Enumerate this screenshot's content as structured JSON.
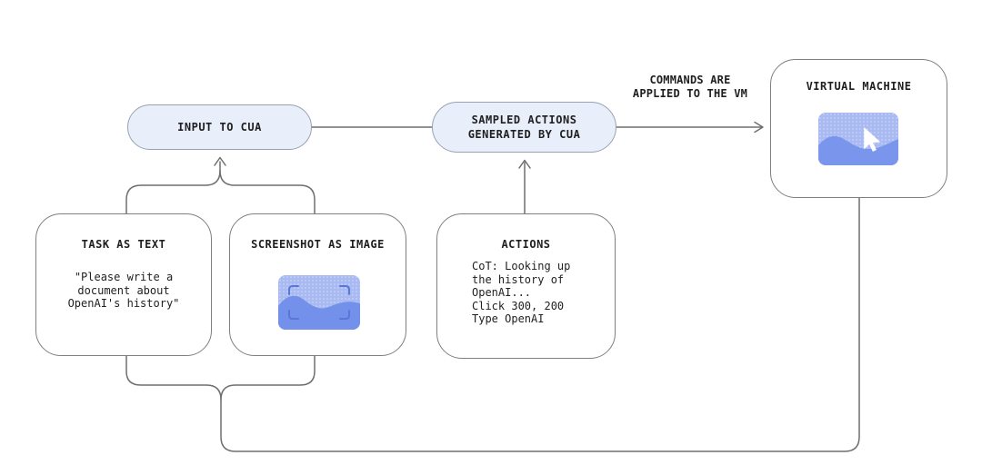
{
  "diagram_title": "CUA input-action-VM loop diagram",
  "colors": {
    "pill_fill": "#e9eefb",
    "pill_border": "#99a1b3",
    "box_border": "#7f7f7f",
    "connector_line": "#6e6e6e",
    "text": "#1f1f1f",
    "thumbnail_base_blue": "#a9baf2",
    "thumbnail_wave_blue": "#7390ea",
    "thumbnail_bracket_blue": "#5b76d8",
    "cursor_white": "#ffffff"
  },
  "nodes": {
    "input_pill": {
      "label": "INPUT TO CUA"
    },
    "sampled_pill": {
      "label": "SAMPLED ACTIONS\nGENERATED BY CUA"
    },
    "vm_box": {
      "title": "VIRTUAL MACHINE",
      "icon": "screen-with-cursor-icon"
    },
    "task_box": {
      "title": "TASK AS TEXT",
      "body": "\"Please write a\ndocument about\nOpenAI's history\""
    },
    "screenshot_box": {
      "title": "SCREENSHOT AS IMAGE",
      "icon": "screenshot-frame-icon"
    },
    "actions_box": {
      "title": "ACTIONS",
      "body": "CoT: Looking up\nthe history of\nOpenAI...\nClick 300, 200\nType OpenAI"
    }
  },
  "labels": {
    "vm_arrow_caption": "COMMANDS ARE\nAPPLIED TO THE VM"
  }
}
